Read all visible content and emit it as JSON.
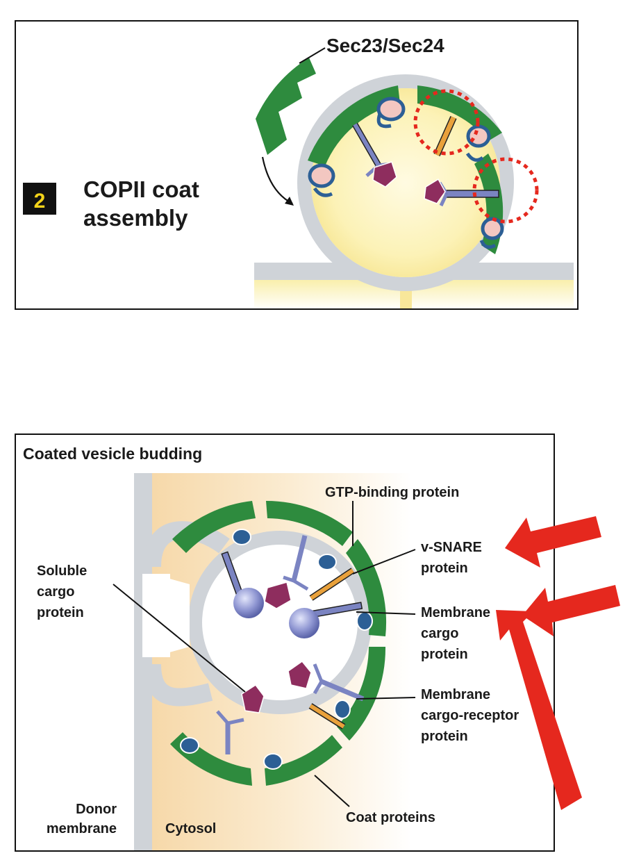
{
  "colors": {
    "coat_green": "#2e8b3e",
    "membrane_gray": "#cfd3d8",
    "vesicle_yellow": "#fbf1b3",
    "cytosol_tan": "#f6dcb0",
    "receptor_blue": "#7b84c2",
    "cargo_purple": "#8e2d5e",
    "gtp_blue": "#2c5f95",
    "snare_orange": "#e9a13b",
    "highlight_red": "#e5281e",
    "step_badge_bg": "#111111",
    "step_badge_fg": "#f3d31a"
  },
  "top_panel": {
    "step_number": "2",
    "title_line1": "COPII coat",
    "title_line2": "assembly",
    "sec_label": "Sec23/Sec24"
  },
  "bottom_panel": {
    "title": "Coated vesicle budding",
    "gtp_label": "GTP-binding protein",
    "vsnare_line1": "v-SNARE",
    "vsnare_line2": "protein",
    "membrane_cargo_line1": "Membrane",
    "membrane_cargo_line2": "cargo",
    "membrane_cargo_line3": "protein",
    "soluble_line1": "Soluble",
    "soluble_line2": "cargo",
    "soluble_line3": "protein",
    "receptor_line1": "Membrane",
    "receptor_line2": "cargo-receptor",
    "receptor_line3": "protein",
    "coat_label": "Coat proteins",
    "donor_line1": "Donor",
    "donor_line2": "membrane",
    "cytosol_label": "Cytosol"
  }
}
